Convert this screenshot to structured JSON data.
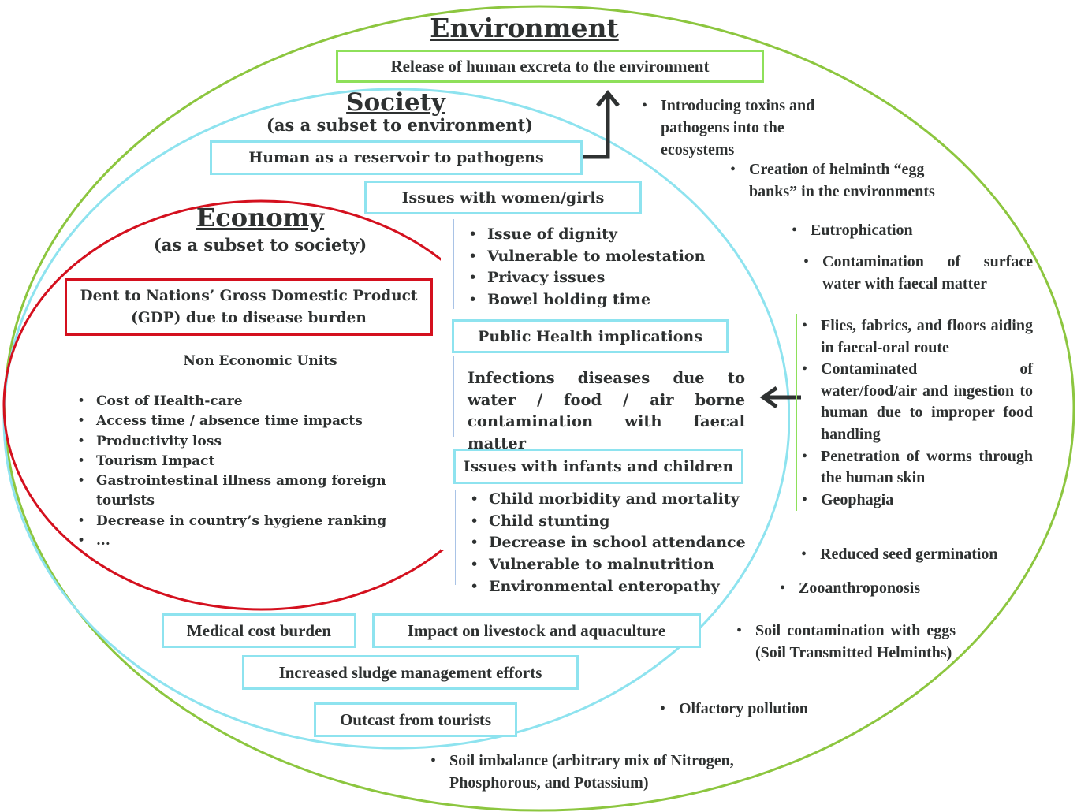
{
  "colors": {
    "environment": "#8cc63f",
    "society": "#8ee3ef",
    "economy": "#d4101e",
    "text": "#2e3131"
  },
  "environment": {
    "title": "Environment",
    "box": "Release of  human excreta to the environment",
    "effects_top": [
      "Introducing toxins and pathogens into the ecosystems",
      "Creation of helminth “egg banks” in the environments",
      "Eutrophication",
      "Contamination  of  surface water with faecal matter"
    ],
    "transmission_routes": [
      "Flies,  fabrics,  and  floors aiding in faecal-oral route",
      "Contaminated of water/food/air and ingestion to human due to improper food handling",
      "Penetration  of  worms through the human skin",
      "Geophagia"
    ],
    "effects_bottom": [
      "Reduced seed germination",
      "Zooanthroponosis",
      "Soil  contamination  with eggs  (Soil  Transmitted Helminths)",
      "Olfactory pollution",
      "Soil imbalance (arbitrary mix of Nitrogen, Phosphorous, and Potassium)"
    ]
  },
  "society": {
    "title": "Society",
    "subtitle": "(as a subset to environment)",
    "reservoir_box": "Human as a  reservoir to pathogens",
    "women_box": "Issues with women/girls",
    "women_items": [
      "Issue of dignity",
      "Vulnerable to molestation",
      "Privacy issues",
      "Bowel holding time"
    ],
    "public_health_box": "Public Health implications",
    "public_health_text": "Infections diseases due to water / food / air borne contamination with faecal matter",
    "children_box": "Issues with infants and children",
    "children_items": [
      "Child morbidity and mortality",
      "Child stunting",
      "Decrease in school attendance",
      "Vulnerable to malnutrition",
      "Environmental enteropathy"
    ],
    "bottom_boxes": {
      "medical": "Medical cost burden",
      "livestock": "Impact on livestock and aquaculture",
      "sludge": "Increased sludge management efforts",
      "tourists": "Outcast from tourists"
    }
  },
  "economy": {
    "title": "Economy",
    "subtitle": "(as a subset to society)",
    "gdp_box": "Dent to Nations’ Gross Domestic Product (GDP) due to disease burden",
    "non_economic_heading": "Non Economic Units",
    "items": [
      "Cost of Health-care",
      "Access time / absence time  impacts",
      "Productivity loss",
      "Tourism Impact",
      "Gastrointestinal illness among foreign tourists",
      "Decrease in country’s hygiene  ranking",
      "..."
    ]
  }
}
